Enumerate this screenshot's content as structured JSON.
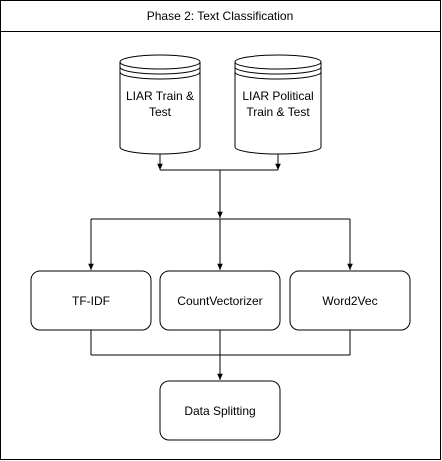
{
  "frame": {
    "title": "Phase 2: Text Classification"
  },
  "datasets": [
    {
      "lines": [
        "LIAR Train &",
        "Test"
      ]
    },
    {
      "lines": [
        "LIAR Political",
        "Train & Test"
      ]
    }
  ],
  "processes": [
    {
      "label": "TF-IDF"
    },
    {
      "label": "CountVectorizer"
    },
    {
      "label": "Word2Vec"
    }
  ],
  "output": {
    "label": "Data Splitting"
  },
  "colors": {
    "stroke": "#000000",
    "fill": "#ffffff",
    "text": "#000000"
  }
}
